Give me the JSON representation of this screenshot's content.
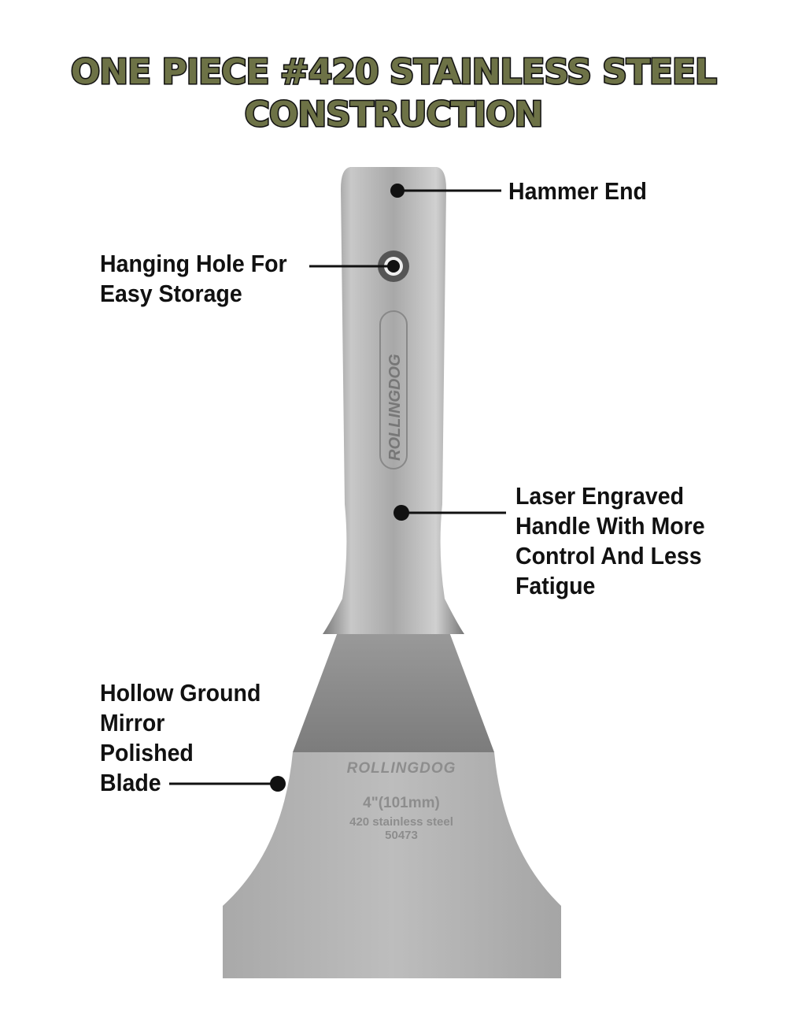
{
  "title": {
    "line1": "ONE PIECE #420 STAINLESS STEEL",
    "line2": "CONSTRUCTION"
  },
  "callouts": {
    "hammer_end": "Hammer End",
    "hanging_hole": [
      "Hanging Hole For",
      "Easy Storage"
    ],
    "handle": [
      "Laser Engraved",
      "Handle With More",
      "Control And Less",
      "Fatigue"
    ],
    "blade": [
      "Hollow Ground",
      "Mirror",
      "Polished",
      "Blade"
    ]
  },
  "product": {
    "brand": "ROLLINGDOG",
    "size": "4\"(101mm)",
    "material": "420 stainless steel",
    "model": "50473"
  },
  "colors": {
    "title": "#6d7246",
    "steel_dark": "#8a8a8a",
    "steel_light": "#b3b3b3"
  }
}
